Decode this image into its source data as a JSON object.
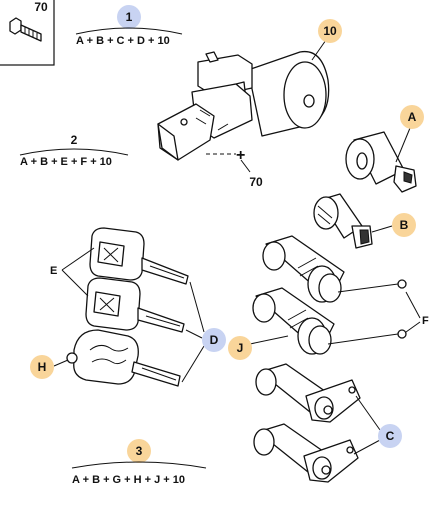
{
  "colors": {
    "blue_badge": "#c8d3f2",
    "orange_badge": "#f9d59a",
    "line": "#111111"
  },
  "corner_box": {
    "number": "70",
    "icon": "screw-icon"
  },
  "groups": [
    {
      "id": "1",
      "badge": "blue",
      "formula": "A + B + C + D + 10"
    },
    {
      "id": "2",
      "badge": "none",
      "formula": "A + B + E + F + 10"
    },
    {
      "id": "3",
      "badge": "orange",
      "formula": "A + B + G + H + J + 10"
    }
  ],
  "callouts": {
    "ten": "10",
    "seventy": "70",
    "A": "A",
    "B": "B",
    "C": "C",
    "D": "D",
    "E": "E",
    "F": "F",
    "H": "H",
    "J": "J"
  }
}
